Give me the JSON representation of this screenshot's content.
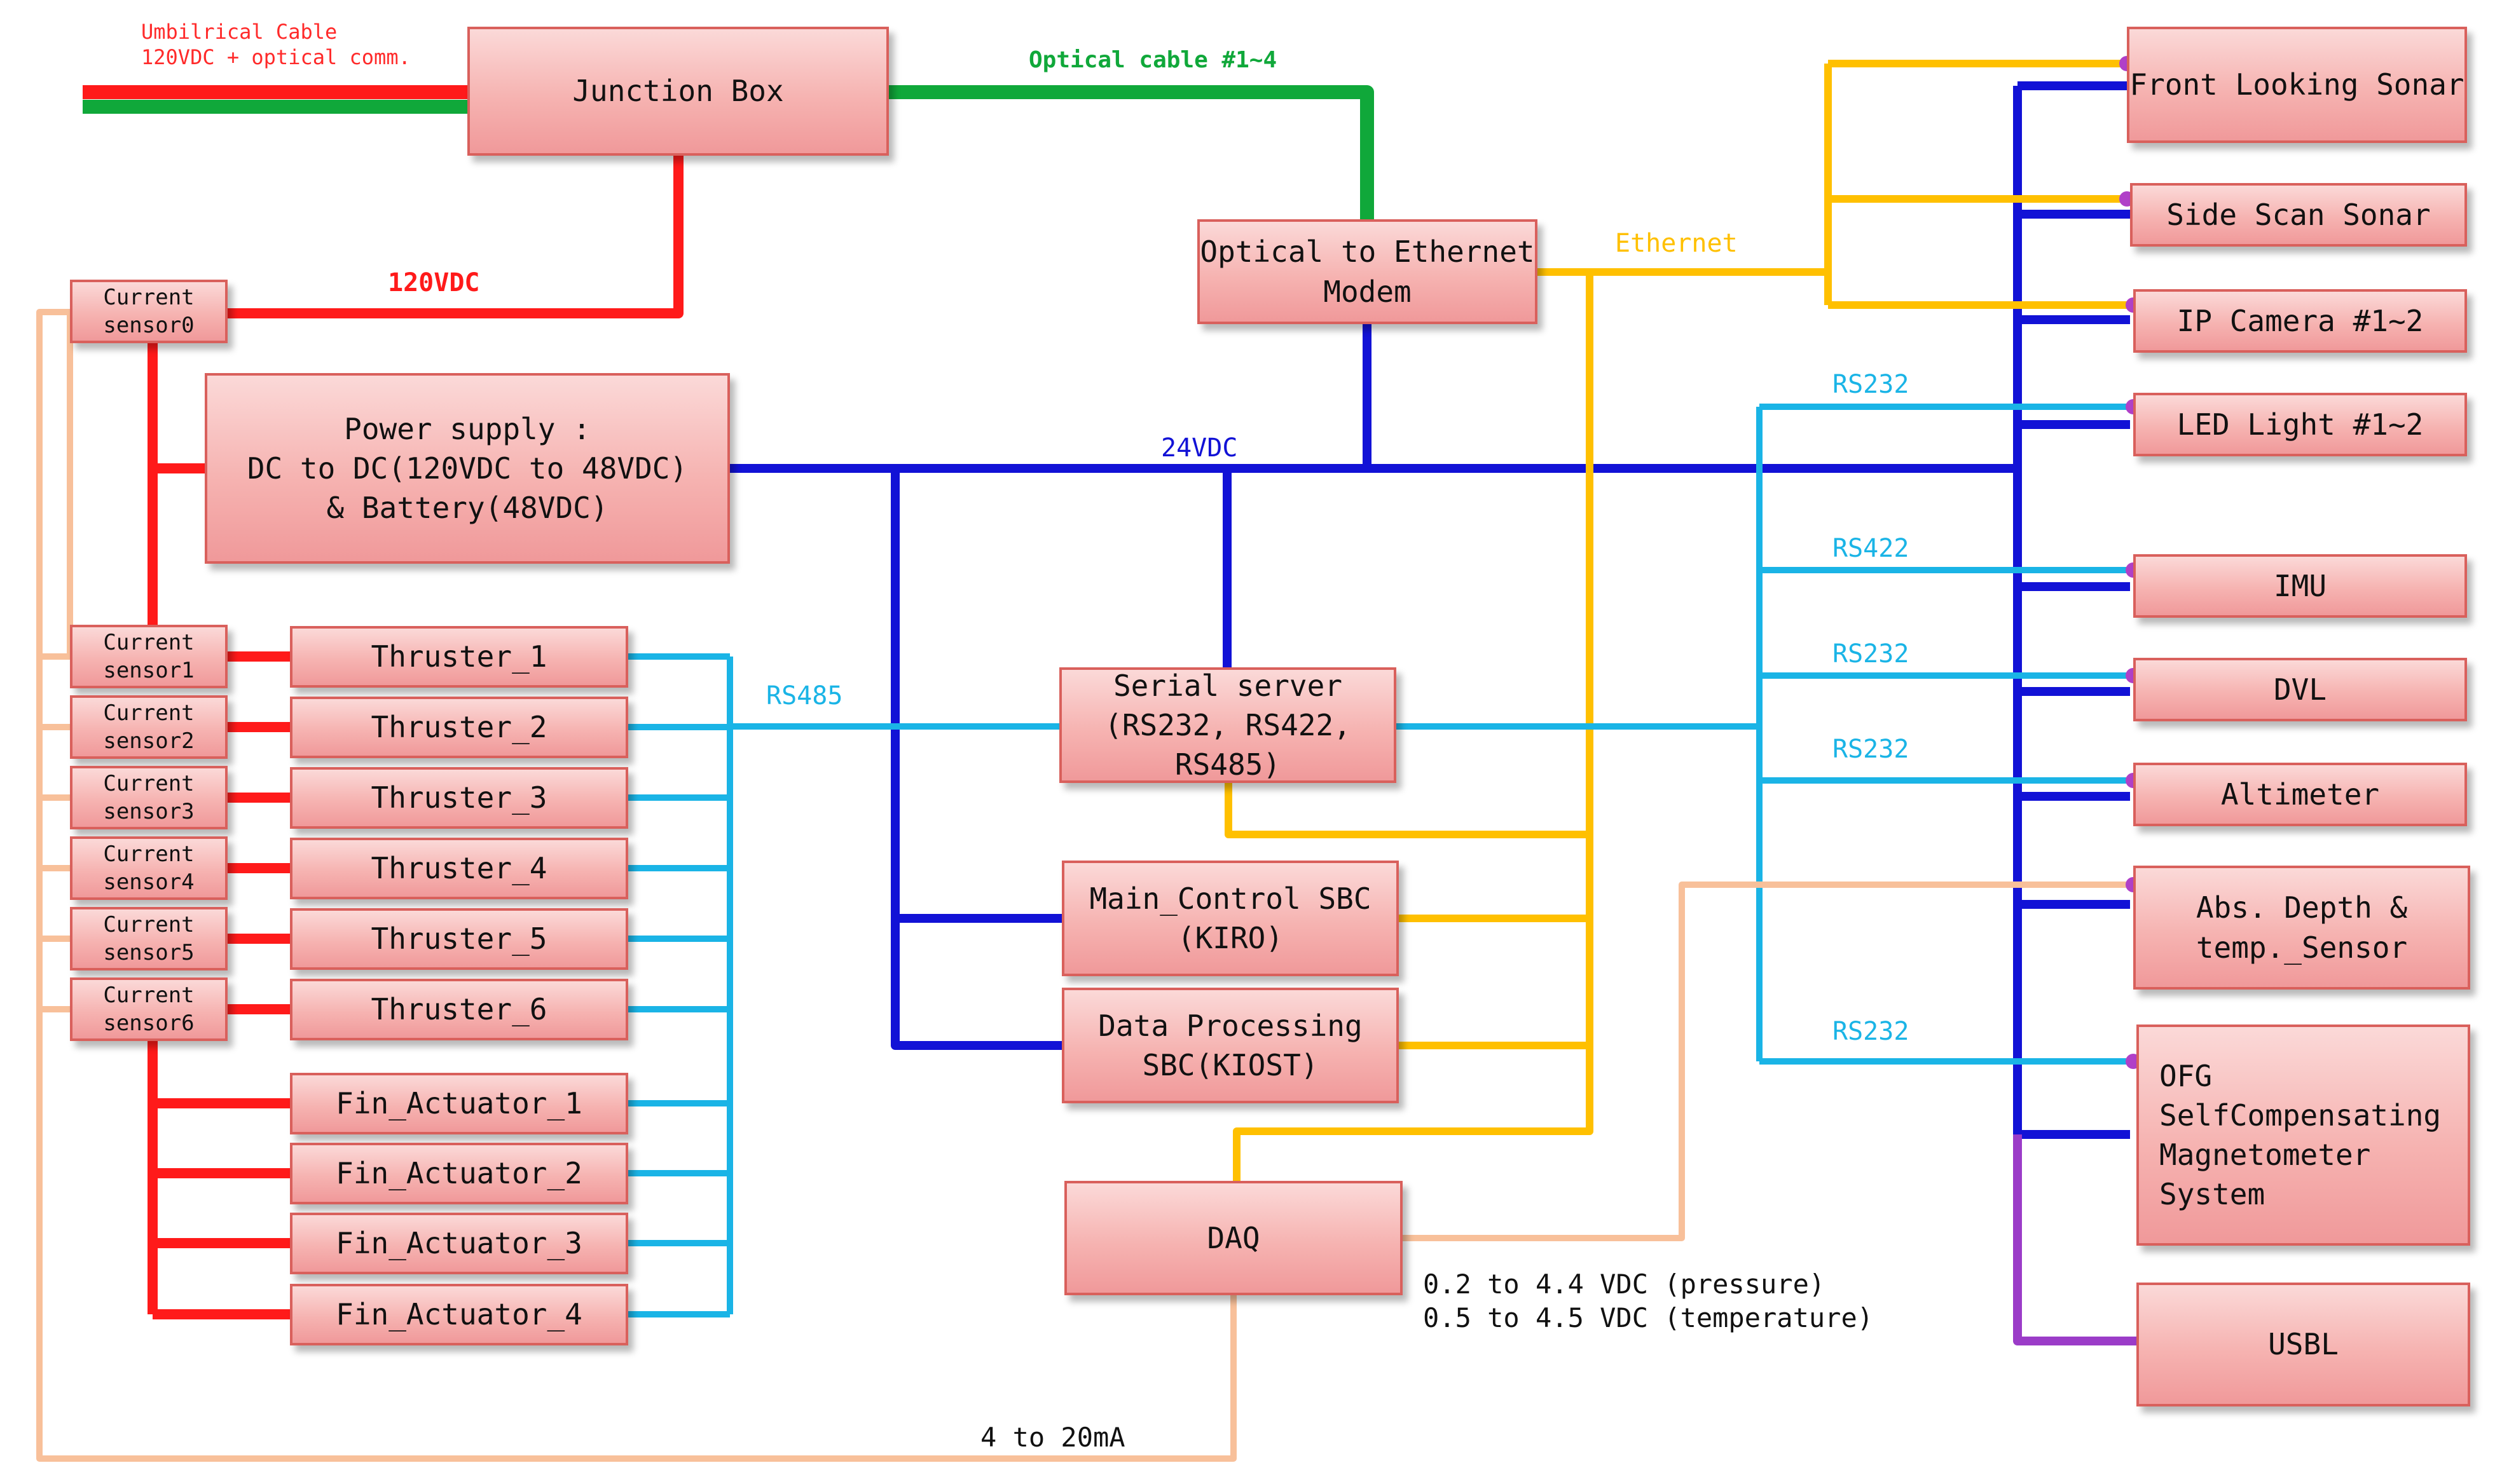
{
  "colors": {
    "power_120v": "#ff1a1a",
    "power_24v": "#1212d6",
    "optical": "#10a83a",
    "ethernet": "#ffc000",
    "serial": "#1ab4e6",
    "analog": "#f8c09a",
    "usbl": "#9b3cc8",
    "box_border": "#d9605c"
  },
  "labels": {
    "umbilical": "Umbilrical Cable\n120VDC + optical comm.",
    "optical_cable": "Optical cable #1~4",
    "vdc120": "120VDC",
    "vdc24": "24VDC",
    "ethernet": "Ethernet",
    "rs485": "RS485",
    "rs232_led": "RS232",
    "rs422_imu": "RS422",
    "rs232_dvl": "RS232",
    "rs232_alt": "RS232",
    "rs232_ofg": "RS232",
    "pressure_temp": "0.2 to 4.4 VDC (pressure)\n0.5 to 4.5 VDC (temperature)",
    "current_loop": "4 to 20mA"
  },
  "boxes": {
    "junction_box": "Junction Box",
    "optical_modem": "Optical to Ethernet\nModem",
    "power_supply": "Power supply :\nDC to DC(120VDC to 48VDC)\n& Battery(48VDC)",
    "serial_server": "Serial server\n(RS232, RS422, RS485)",
    "main_sbc": "Main_Control SBC\n(KIRO)",
    "data_sbc": "Data Processing\nSBC(KIOST)",
    "daq": "DAQ",
    "current_sensor0": "Current\nsensor0",
    "current_sensor1": "Current\nsensor1",
    "current_sensor2": "Current\nsensor2",
    "current_sensor3": "Current\nsensor3",
    "current_sensor4": "Current\nsensor4",
    "current_sensor5": "Current\nsensor5",
    "current_sensor6": "Current\nsensor6",
    "thruster_1": "Thruster_1",
    "thruster_2": "Thruster_2",
    "thruster_3": "Thruster_3",
    "thruster_4": "Thruster_4",
    "thruster_5": "Thruster_5",
    "thruster_6": "Thruster_6",
    "fin_actuator_1": "Fin_Actuator_1",
    "fin_actuator_2": "Fin_Actuator_2",
    "fin_actuator_3": "Fin_Actuator_3",
    "fin_actuator_4": "Fin_Actuator_4",
    "front_sonar": "Front Looking Sonar",
    "side_sonar": "Side Scan Sonar",
    "ip_camera": "IP Camera #1~2",
    "led_light": "LED Light #1~2",
    "imu": "IMU",
    "dvl": "DVL",
    "altimeter": "Altimeter",
    "depth_sensor": "Abs. Depth &\ntemp._Sensor",
    "ofg": "OFG\nSelfCompensating\nMagnetometer System",
    "usbl": "USBL"
  }
}
